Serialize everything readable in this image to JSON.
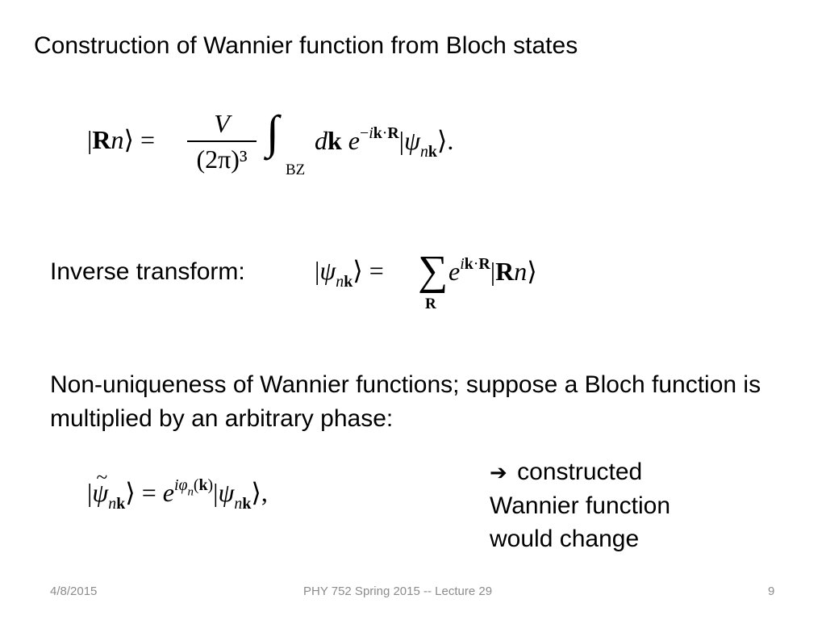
{
  "slide": {
    "title": "Construction of Wannier function from Bloch states",
    "inverse_label": "Inverse transform:",
    "paragraph": "Non-uniqueness of Wannier functions;   suppose a Bloch function is multiplied by an arbitrary phase:",
    "note": {
      "arrow_icon": "right-arrow-icon",
      "lines": [
        "constructed",
        "Wannier function",
        "would change"
      ]
    }
  },
  "equations": {
    "wannier": {
      "lhs": "|Rn⟩ =",
      "numerator": "V",
      "denominator": "(2π)³",
      "integral_subscript": "BZ",
      "rhs": "dk e^{−ik·R} |ψ_{nk}⟩."
    },
    "inverse": {
      "lhs": "|ψ_{nk}⟩ =",
      "sum_subscript": "R",
      "rhs": "e^{ik·R} |Rn⟩"
    },
    "phase": {
      "expression": "|ψ̃_{nk}⟩ = e^{iφ_n(k)} |ψ_{nk}⟩,"
    }
  },
  "footer": {
    "date": "4/8/2015",
    "course": "PHY 752  Spring 2015 -- Lecture 29",
    "page": "9"
  }
}
